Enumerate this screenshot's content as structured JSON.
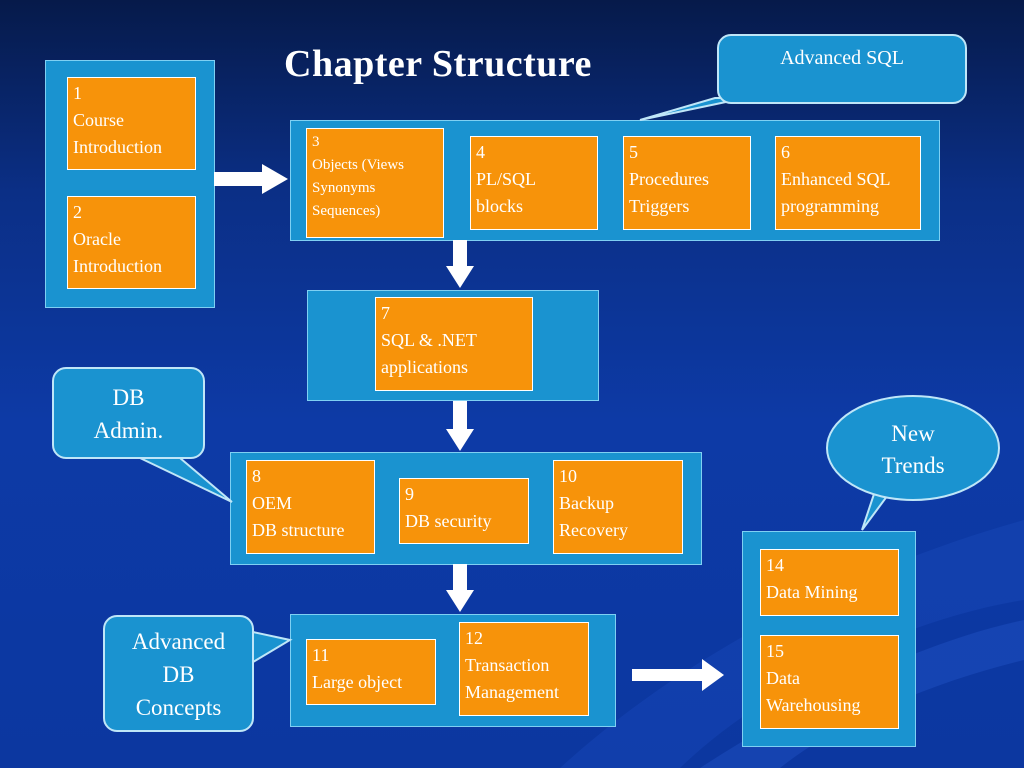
{
  "title": "Chapter Structure",
  "cards": {
    "c1": "1\nCourse\nIntroduction",
    "c2": "2\nOracle\nIntroduction",
    "c3": "3\nObjects (Views\nSynonyms\nSequences)",
    "c4": "4\nPL/SQL\nblocks",
    "c5": "5\nProcedures\nTriggers",
    "c6": "6\nEnhanced SQL\nprogramming",
    "c7": "7\nSQL & .NET\napplications",
    "c8": "8\nOEM\nDB structure",
    "c9": "9\nDB security",
    "c10": "10\nBackup\nRecovery",
    "c11": "11\nLarge object",
    "c12": "12\nTransaction\nManagement",
    "c14": "14\nData Mining",
    "c15": "15\nData\nWarehousing"
  },
  "callouts": {
    "advanced_sql": "Advanced SQL",
    "db_admin": "DB\nAdmin.",
    "advanced_db": "Advanced\nDB\nConcepts",
    "new_trends": "New\nTrends"
  },
  "colors": {
    "background": "#0c37a0",
    "group_fill": "#1a93d0",
    "card_fill": "#f7930a",
    "arrow": "#ffffff"
  }
}
